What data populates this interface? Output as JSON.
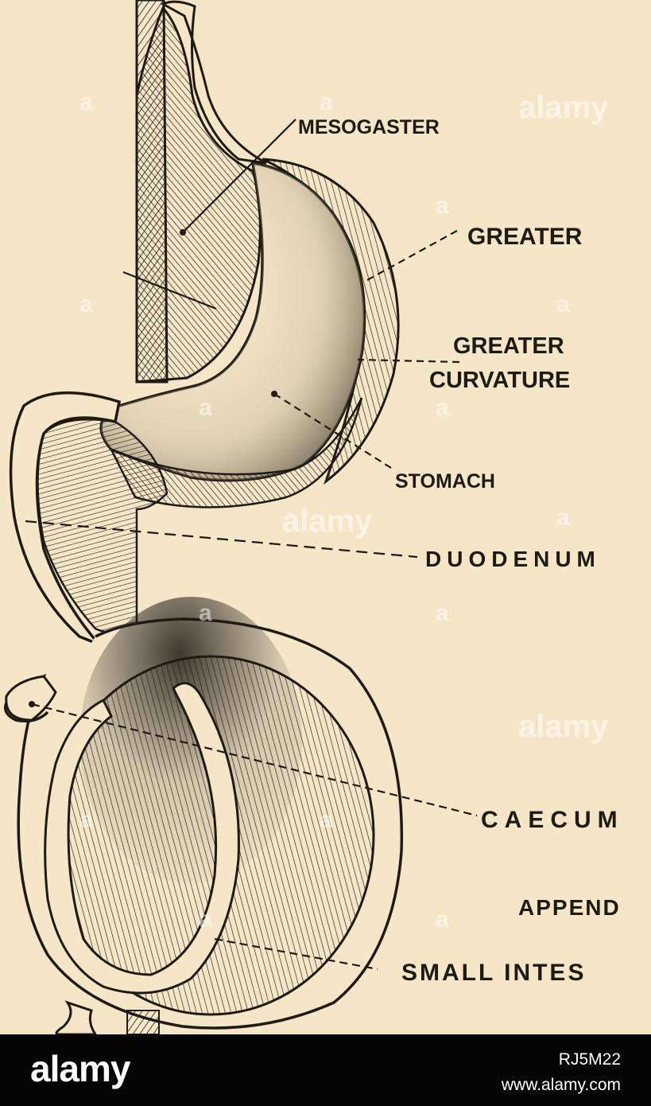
{
  "figure": {
    "background_color": "#f5e6c8",
    "ink_color": "#1e1a14",
    "labels": {
      "mesogaster": "MESOGASTER",
      "greater": "GREATER",
      "greater_curvature_line1": "GREATER",
      "greater_curvature_line2": "CURVATURE",
      "stomach": "STOMACH",
      "duodenum": "DUODENUM",
      "caecum": "CAECUM",
      "append": "APPEND",
      "small_intes": "SMALL INTES"
    }
  },
  "watermark": {
    "text": "alamy",
    "letter": "a"
  },
  "footer": {
    "brand": "alamy",
    "image_code": "RJ5M22",
    "site": "www.alamy.com"
  }
}
